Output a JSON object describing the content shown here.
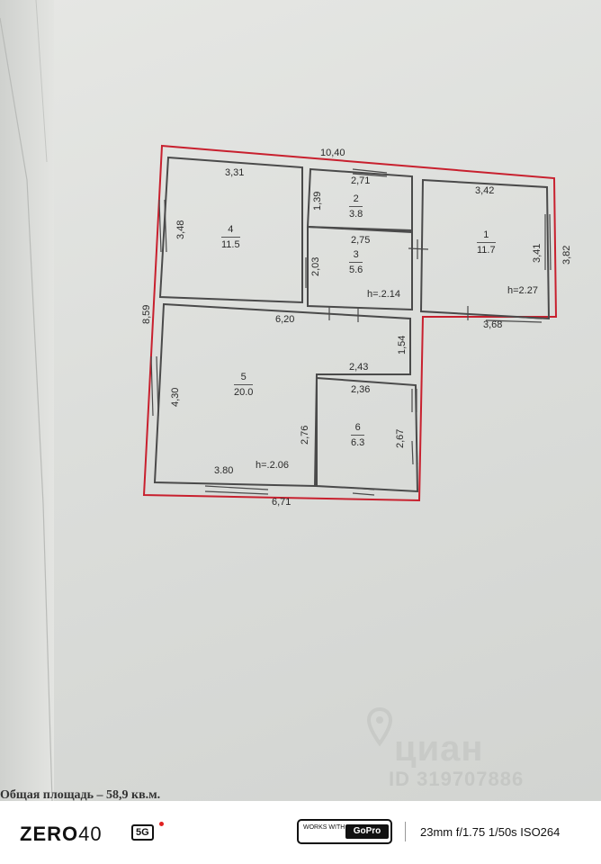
{
  "plan": {
    "dimensions": {
      "top_total": "10,40",
      "left_total": "8,59",
      "right_total": "3,82",
      "bottom_total": "6,71",
      "room4_top": "3,31",
      "room4_left": "3,48",
      "room2_top": "2,71",
      "room2_left": "1,39",
      "room3_top": "2,75",
      "room3_left": "2,03",
      "room1_top": "3,42",
      "room1_right": "3,41",
      "room1_bottom": "3,68",
      "room5_top": "6,20",
      "room5_left": "4,30",
      "room5_inner": "2,76",
      "room5_bottom": "3.80",
      "step_right": "1,54",
      "step_top": "2,43",
      "room6_top": "2,36",
      "room6_right": "2,67"
    },
    "heights": {
      "room3": "h=.2.14",
      "room1": "h=2.27",
      "room5": "h=.2.06"
    },
    "rooms": [
      {
        "number": "4",
        "area": "11.5"
      },
      {
        "number": "2",
        "area": "3.8"
      },
      {
        "number": "3",
        "area": "5.6"
      },
      {
        "number": "1",
        "area": "11.7"
      },
      {
        "number": "5",
        "area": "20.0"
      },
      {
        "number": "6",
        "area": "6.3"
      }
    ],
    "outline_color": "#c8202e",
    "wall_color": "#4a4a4a"
  },
  "watermark": {
    "brand": "циан",
    "id": "ID 319707886"
  },
  "total_area_text": "Общая площадь – 58,9 кв.м.",
  "footer": {
    "brand_word": "ZERO",
    "brand_num": "40",
    "badge": "5G",
    "works_with": "WORKS WITH",
    "gopro": "GoPro",
    "exif": "23mm f/1.75 1/50s ISO264"
  }
}
